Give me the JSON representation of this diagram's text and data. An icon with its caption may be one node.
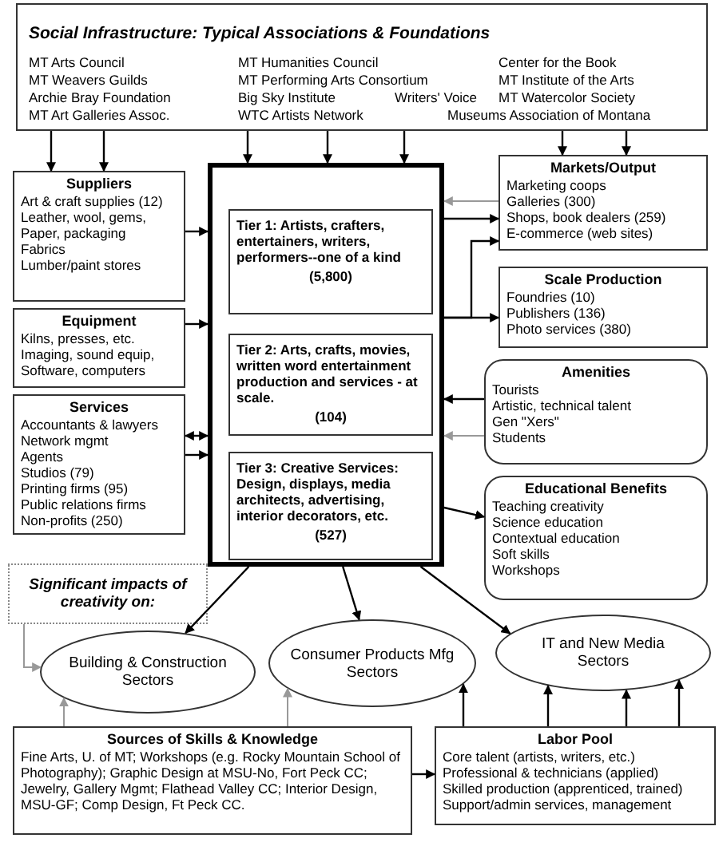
{
  "diagram": {
    "nodes": [
      {
        "text": [
          "Social Infrastructure: Typical Associations & Foundations",
          "MT Arts Council",
          "MT Humanities Council",
          "Center for the Book",
          "MT Weavers Guilds",
          "MT Performing Arts Consortium",
          "MT Institute of the Arts",
          "Archie Bray Foundation",
          "Big Sky Institute",
          "Writers' Voice",
          "MT Watercolor Society",
          "MT Art Galleries Assoc.",
          "WTC Artists Network",
          "Museums Association of Montana"
        ]
      },
      {
        "text": [
          "Suppliers",
          "Art & craft supplies (12)",
          "Leather, wool, gems,",
          "Paper, packaging",
          "Fabrics",
          "Lumber/paint stores"
        ]
      },
      {
        "text": [
          "Equipment",
          "Kilns, presses, etc.",
          "Imaging, sound equip,",
          "Software, computers"
        ]
      },
      {
        "text": [
          "Services",
          "Accountants & lawyers",
          "Network mgmt",
          "Agents",
          "Studios (79)",
          "Printing firms (95)",
          "Public relations firms",
          "Non-profits (250)"
        ]
      },
      {
        "text": [],
        "shape": "box"
      },
      {
        "text": [
          "Tier 1: Artists, crafters, entertainers, writers, performers--one of a kind",
          "(5,800)"
        ],
        "in": 4
      },
      {
        "text": [
          "Tier 2: Arts, crafts, movies, written word entertainment production and services - at scale.",
          "(104)"
        ],
        "in": 4
      },
      {
        "text": [
          "Tier 3: Creative Services: Design, displays, media architects, advertising, interior decorators, etc.",
          "(527)"
        ],
        "in": 4
      },
      {
        "text": [
          "Markets/Output",
          "Marketing coops",
          "Galleries (300)",
          "Shops, book dealers (259)",
          "E-commerce (web sites)"
        ]
      },
      {
        "text": [
          "Scale Production",
          "Foundries (10)",
          "Publishers (136)",
          "Photo services (380)"
        ]
      },
      {
        "text": [
          "Amenities",
          "Tourists",
          "Artistic, technical talent",
          "Gen \"Xers\"",
          "Students"
        ]
      },
      {
        "text": [
          "Educational Benefits",
          "Teaching creativity",
          "Science education",
          "Contextual education",
          "Soft skills",
          "Workshops"
        ]
      },
      {
        "text": [
          "Significant impacts of creativity on:"
        ]
      },
      {
        "text": [
          "Building & Construction Sectors"
        ]
      },
      {
        "text": [
          "Consumer Products Mfg Sectors"
        ]
      },
      {
        "text": [
          "IT and New Media Sectors"
        ]
      },
      {
        "text": [
          "Sources of Skills & Knowledge",
          "Fine Arts, U. of MT; Workshops (e.g. Rocky Mountain School of Photography); Graphic Design at MSU-No, Fort Peck CC; Jewelry, Gallery Mgmt; Flathead Valley CC; Interior Design, MSU-GF; Comp Design, Ft Peck CC."
        ]
      },
      {
        "text": [
          "Labor Pool",
          "Core talent (artists, writers, etc.)",
          "Professional & technicians (applied)",
          "Skilled production (apprenticed, trained)",
          "Support/admin services, management"
        ]
      }
    ],
    "edges": [
      {
        "from": 0,
        "to": 1,
        "arrow": "to"
      },
      {
        "from": 0,
        "to": 1,
        "arrow": "to"
      },
      {
        "from": 0,
        "to": 4,
        "arrow": "to"
      },
      {
        "from": 0,
        "to": 4,
        "arrow": "to"
      },
      {
        "from": 0,
        "to": 4,
        "arrow": "to"
      },
      {
        "from": 0,
        "to": 8,
        "arrow": "to"
      },
      {
        "from": 0,
        "to": 8,
        "arrow": "to"
      },
      {
        "from": 1,
        "to": 4,
        "arrow": "to"
      },
      {
        "from": 2,
        "to": 4,
        "arrow": "to"
      },
      {
        "from": 3,
        "to": 4,
        "arrow": "both"
      },
      {
        "from": 3,
        "to": 4,
        "arrow": "to"
      },
      {
        "from": 8,
        "to": 4,
        "arrow": "to",
        "color": "#999999"
      },
      {
        "from": 4,
        "to": 8,
        "arrow": "to"
      },
      {
        "from": 4,
        "to": 8,
        "arrow": "to"
      },
      {
        "from": 4,
        "to": 9,
        "arrow": "to"
      },
      {
        "from": 10,
        "to": 4,
        "arrow": "to"
      },
      {
        "from": 10,
        "to": 4,
        "arrow": "to",
        "color": "#999999"
      },
      {
        "from": 4,
        "to": 11,
        "arrow": "to"
      },
      {
        "from": 4,
        "to": 13,
        "arrow": "to"
      },
      {
        "from": 4,
        "to": 14,
        "arrow": "to"
      },
      {
        "from": 4,
        "to": 15,
        "arrow": "to"
      },
      {
        "from": 12,
        "to": 13,
        "arrow": "to",
        "color": "#999999"
      },
      {
        "from": 16,
        "to": 13,
        "arrow": "to",
        "color": "#999999"
      },
      {
        "from": 16,
        "to": 14,
        "arrow": "to",
        "color": "#999999"
      },
      {
        "from": 16,
        "to": 17,
        "arrow": "to"
      },
      {
        "from": 17,
        "to": 14,
        "arrow": "to"
      },
      {
        "from": 17,
        "to": 15,
        "arrow": "to"
      },
      {
        "from": 17,
        "to": 15,
        "arrow": "to"
      },
      {
        "from": 17,
        "to": 15,
        "arrow": "to"
      }
    ]
  }
}
